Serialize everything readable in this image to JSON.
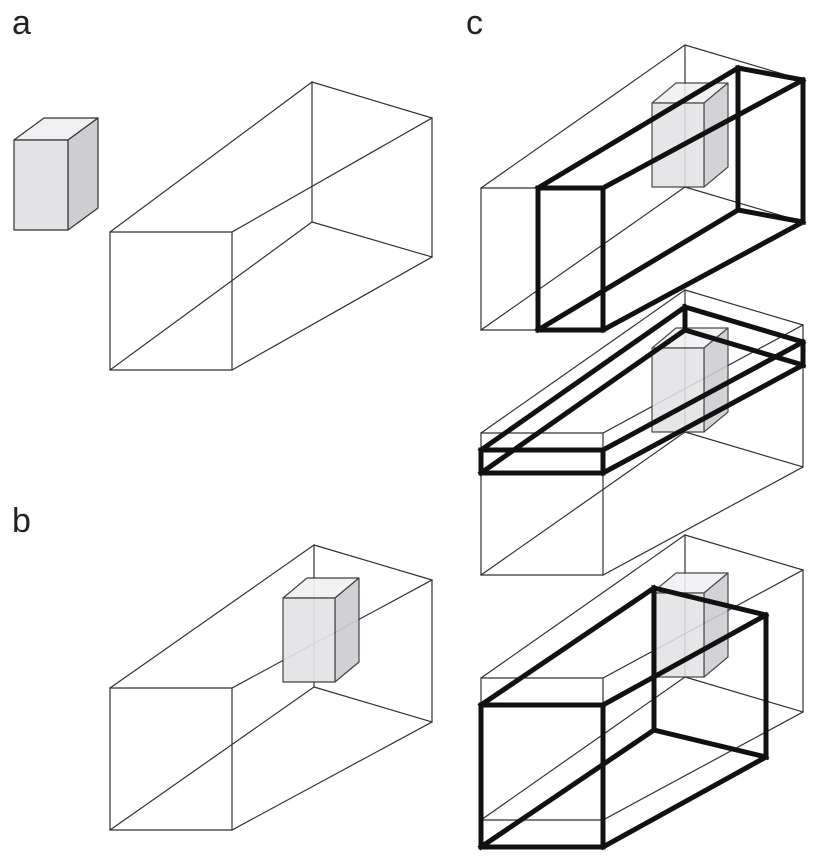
{
  "panels": {
    "a": {
      "label": "a"
    },
    "b": {
      "label": "b"
    },
    "c": {
      "label": "c"
    }
  },
  "colors": {
    "thin_line": "#333333",
    "thick_line": "#111111",
    "block_front": "#e3e3e6",
    "block_side": "#cdcdd2",
    "block_top": "#f1f1f3",
    "background": "#ffffff"
  }
}
